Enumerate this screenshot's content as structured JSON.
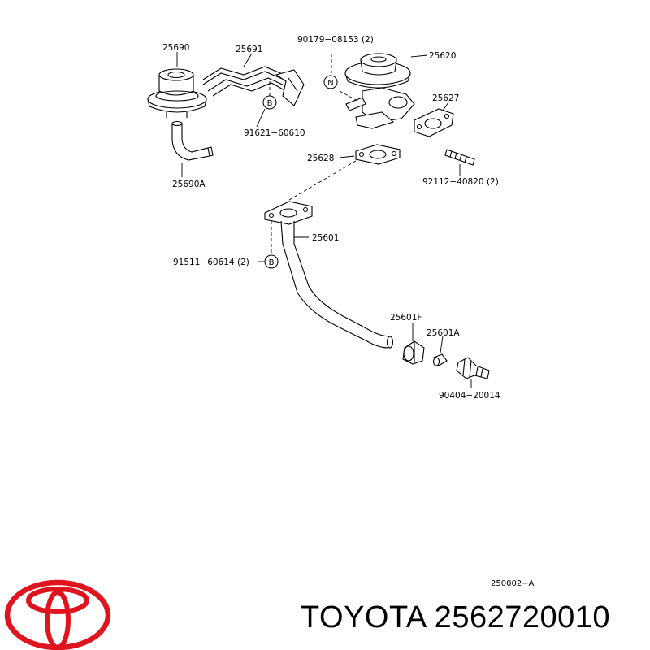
{
  "diagram": {
    "callouts": {
      "p25690": "25690",
      "p25691": "25691",
      "p90179": "90179−08153 (2)",
      "p25620": "25620",
      "p25627": "25627",
      "p91621": "91621−60610",
      "p25628": "25628",
      "p92112": "92112−40820 (2)",
      "p25690a": "25690A",
      "p25601": "25601",
      "p91511": "91511−60614 (2)",
      "p25601f": "25601F",
      "p25601a": "25601A",
      "p90404": "90404−20014"
    },
    "letters": {
      "n": "N",
      "b1": "B",
      "b2": "B"
    },
    "drawing_code": "250002−A"
  },
  "footer": {
    "brand_text": "TOYOTA 2562720010",
    "logo_color": "#e0141e"
  }
}
